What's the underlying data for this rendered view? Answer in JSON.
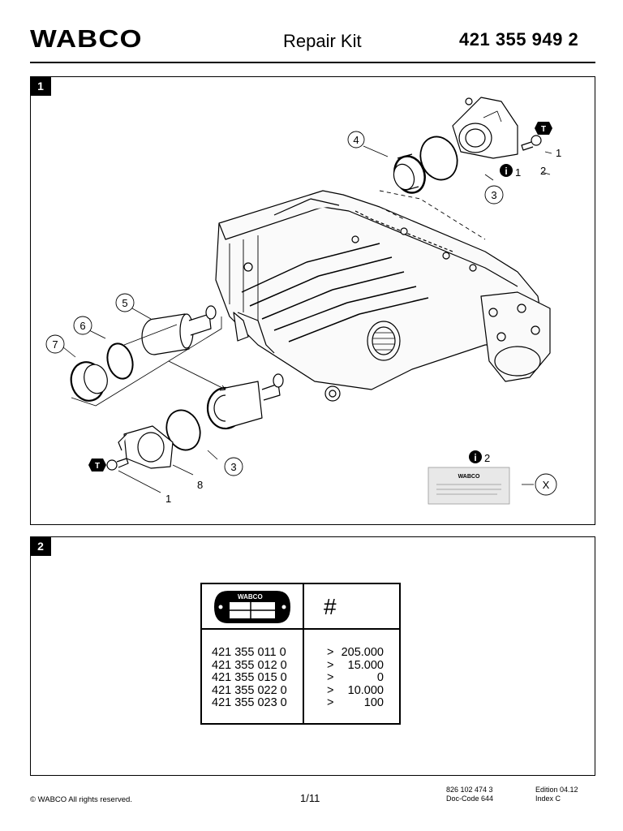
{
  "header": {
    "brand": "WABCO",
    "title": "Repair Kit",
    "part_number": "421 355 949 2"
  },
  "panel1": {
    "tag": "1",
    "callouts": {
      "c1a": "1",
      "c2": "2",
      "c3a": "3",
      "c4": "4",
      "c5": "5",
      "c6": "6",
      "c7": "7",
      "c3b": "3",
      "c8": "8",
      "c1b": "1",
      "x": "X",
      "info1": "1",
      "info2": "2"
    },
    "torque_symbol": "T",
    "info_symbol": "i",
    "grease_pack_brand": "WABCO"
  },
  "panel2": {
    "tag": "2",
    "plate_brand": "WABCO",
    "hash_header": "#",
    "rows": [
      {
        "part": "421 355 011 0",
        "op": ">",
        "value": "205.000"
      },
      {
        "part": "421 355 012 0",
        "op": ">",
        "value": "15.000"
      },
      {
        "part": "421 355 015 0",
        "op": ">",
        "value": "0"
      },
      {
        "part": "421 355 022 0",
        "op": ">",
        "value": "10.000"
      },
      {
        "part": "421 355 023 0",
        "op": ">",
        "value": "100"
      }
    ]
  },
  "footer": {
    "copyright": "© WABCO All rights reserved.",
    "page": "1/11",
    "doc_number": "826 102 474 3",
    "doc_code": "Doc-Code 644",
    "edition": "Edition 04.12",
    "index": "Index C"
  }
}
